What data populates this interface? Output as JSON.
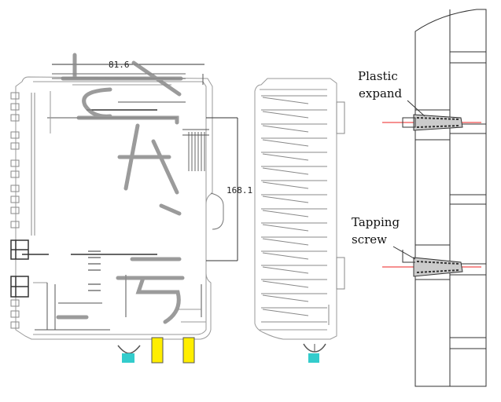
{
  "dimensions": {
    "width_label": "81.6",
    "height_label": "168.1"
  },
  "callouts": {
    "plastic_expand_line1": "Plastic",
    "plastic_expand_line2": "expand",
    "tapping_screw_line1": "Tapping",
    "tapping_screw_line2": "screw"
  },
  "colors": {
    "outline": "#9a9a9a",
    "dark_part": "#333333",
    "accent_cyan": "#33cccc",
    "accent_yellow": "#ffee00",
    "accent_red": "#ee2222",
    "watermark": "#8a8a8a"
  },
  "icons": {
    "watermark": "chinese-character-watermark"
  }
}
